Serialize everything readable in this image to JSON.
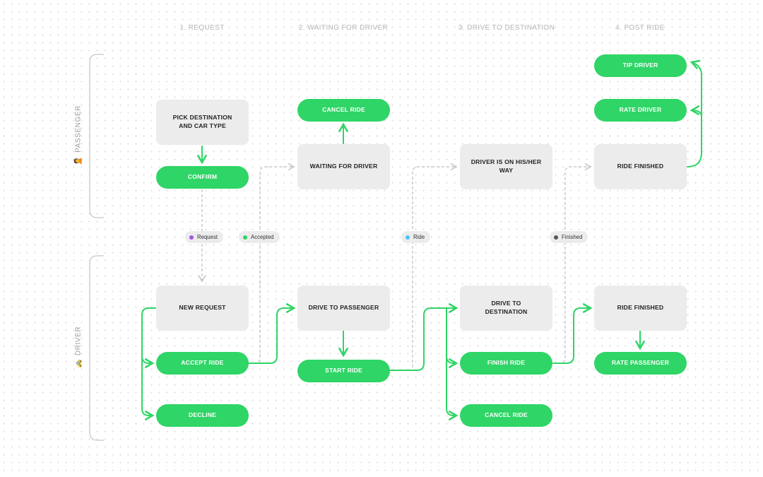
{
  "columns": {
    "c1": "1. REQUEST",
    "c2": "2. WAITING FOR DRIVER",
    "c3": "3. DRIVE TO DESTINATION",
    "c4": "4. POST RIDE"
  },
  "lanes": {
    "passenger": {
      "label": "PASSENGER",
      "icon": "🙎"
    },
    "driver": {
      "label": "DRIVER",
      "icon": "🚕"
    }
  },
  "nodes": {
    "pick_destination": "PICK DESTINATION AND CAR TYPE",
    "confirm": "CONFIRM",
    "cancel_ride_passenger": "CANCEL RIDE",
    "waiting_for_driver": "WAITING FOR DRIVER",
    "driver_on_way": "DRIVER IS ON HIS/HER WAY",
    "tip_driver": "TIP DRIVER",
    "rate_driver": "RATE DRIVER",
    "ride_finished_passenger": "RIDE FINISHED",
    "new_request": "NEW REQUEST",
    "accept_ride": "ACCEPT RIDE",
    "decline": "DECLINE",
    "drive_to_passenger": "DRIVE TO PASSENGER",
    "start_ride": "START RIDE",
    "drive_to_destination": "DRIVE TO DESTINATION",
    "finish_ride": "FINISH RIDE",
    "cancel_ride_driver": "CANCEL RIDE",
    "ride_finished_driver": "RIDE FINISHED",
    "rate_passenger": "RATE PASSENGER"
  },
  "events": {
    "request": {
      "label": "Request",
      "color": "#a155e0"
    },
    "accepted": {
      "label": "Accepted",
      "color": "#2fd566"
    },
    "ride": {
      "label": "Ride",
      "color": "#4ec3f7"
    },
    "finished": {
      "label": "Finished",
      "color": "#555555"
    }
  },
  "colors": {
    "action_green": "#2fd566",
    "state_gray": "#ececec",
    "dashed_connector": "#c8c8c8",
    "column_header": "#b5b5b5"
  }
}
